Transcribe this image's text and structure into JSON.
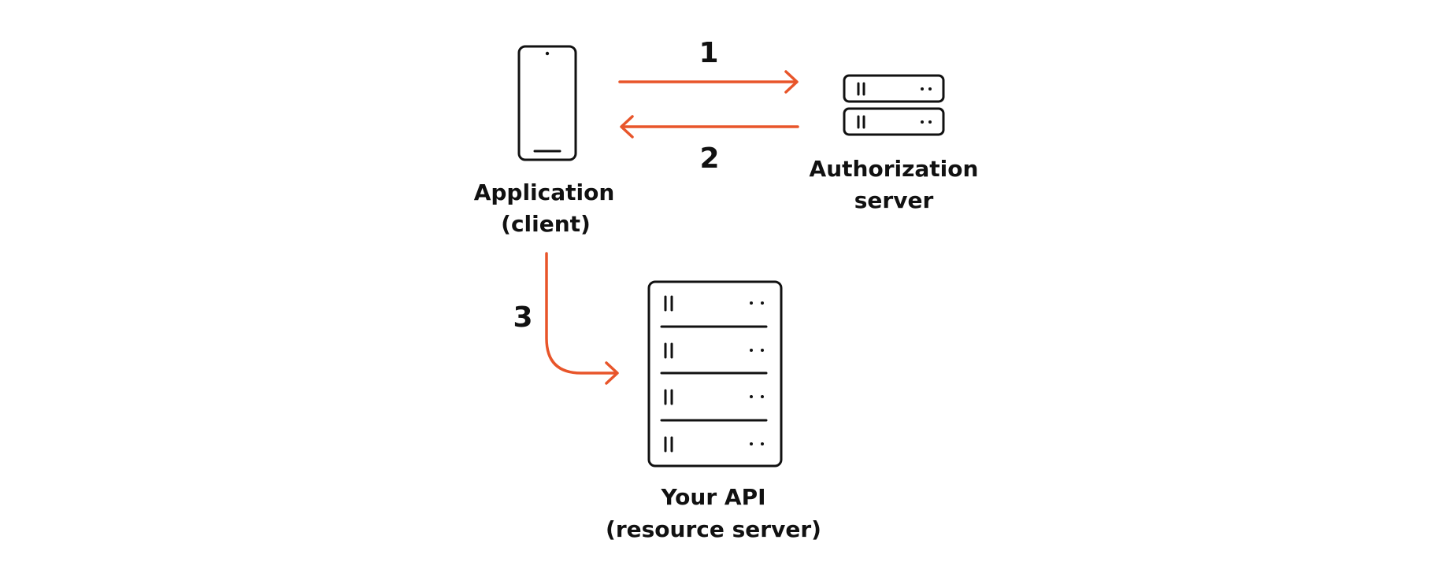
{
  "colors": {
    "accent": "#e8552a",
    "ink": "#111111",
    "background": "#ffffff"
  },
  "nodes": {
    "application": {
      "icon": "phone-icon",
      "line1": "Application",
      "line2": "(client)"
    },
    "auth_server": {
      "icon": "server-stack-icon",
      "line1": "Authorization",
      "line2": "server"
    },
    "resource_server": {
      "icon": "server-rack-icon",
      "line1": "Your API",
      "line2": "(resource server)"
    }
  },
  "steps": {
    "step1": "1",
    "step2": "2",
    "step3": "3"
  }
}
